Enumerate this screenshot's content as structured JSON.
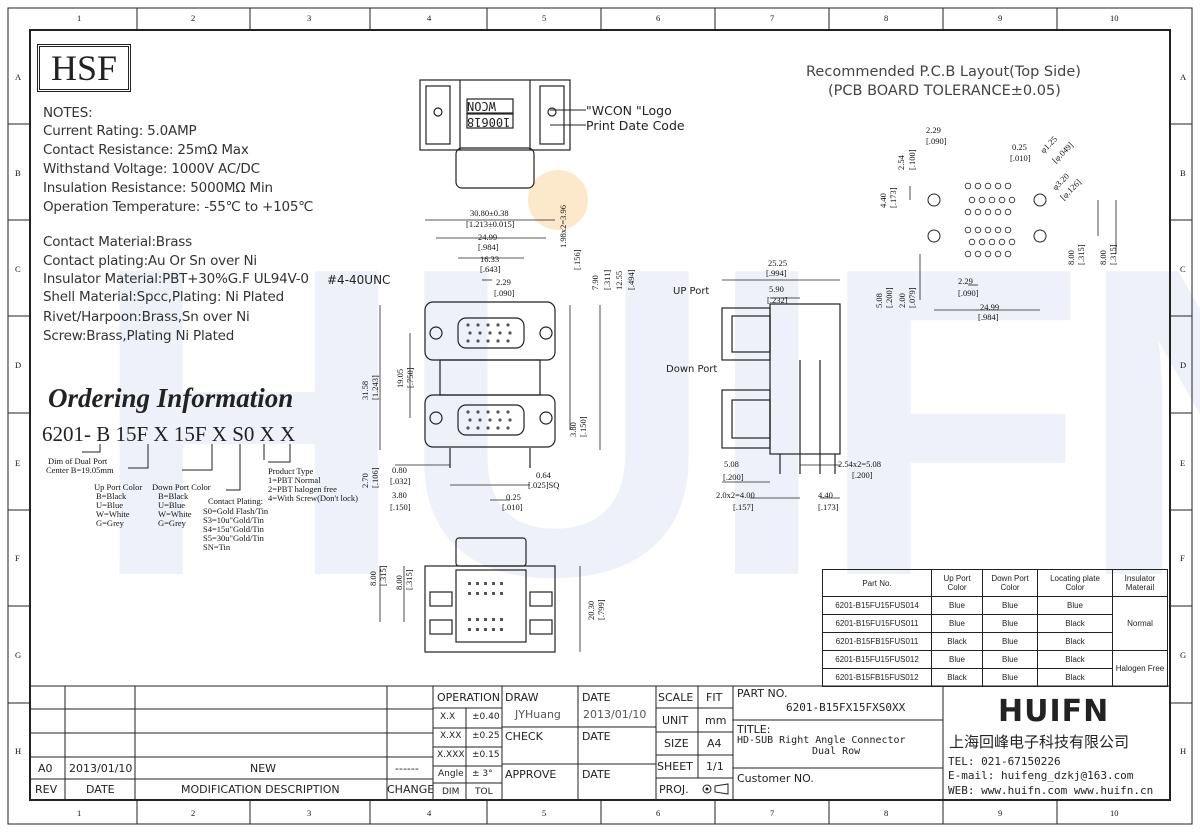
{
  "logo": "HSF",
  "col_markers": [
    "1",
    "2",
    "3",
    "4",
    "5",
    "6",
    "7",
    "8",
    "9",
    "10"
  ],
  "row_markers": [
    "A",
    "B",
    "C",
    "D",
    "E",
    "F",
    "G",
    "H"
  ],
  "notes": {
    "heading": "NOTES:",
    "lines": [
      "Current Rating: 5.0AMP",
      "Contact Resistance: 25mΩ Max",
      "Withstand Voltage: 1000V AC/DC",
      "Insulation Resistance: 5000MΩ Min",
      "Operation Temperature: -55℃ to +105℃"
    ],
    "materials": [
      "Contact Material:Brass",
      "Contact plating:Au Or Sn over Ni",
      "Insulator Material:PBT+30%G.F UL94V-0",
      "Shell Material:Spcc,Plating: Ni Plated",
      "Rivet/Harpoon:Brass,Sn over Ni",
      "Screw:Brass,Plating Ni Plated"
    ]
  },
  "ordering": {
    "title": "Ordering Information",
    "code": "6201- B 15F X 15F X S0 X X",
    "dim_note": [
      "Dim of Dual Port",
      "Center B=19.05mm"
    ],
    "up_port": [
      "Up Port Color",
      "B=Black",
      "U=Blue",
      "W=White",
      "G=Grey"
    ],
    "down_port": [
      "Down Port Color",
      "B=Black",
      "U=Blue",
      "W=White",
      "G=Grey"
    ],
    "plating": [
      "Contact Plating:",
      "S0=Gold Flash/Tin",
      "S3=10u\"Gold/Tin",
      "S4=15u\"Gold/Tin",
      "S5=30u\"Gold/Tin",
      "SN=Tin"
    ],
    "product_type": [
      "Product Type",
      "1=PBT Normal",
      "2=PBT halogen free",
      "4=With Screw(Don't lock)"
    ]
  },
  "top_view": {
    "logo_text": "WCON",
    "date_code": "100618",
    "logo_label": "\"WCON \"Logo",
    "date_label": "Print Date Code"
  },
  "front_view": {
    "hole_label": "#4-40UNC",
    "dims": [
      "30.80±0.38",
      "[1.213±0.015]",
      "24.99",
      "[.984]",
      "16.33",
      "[.643]",
      "2.29",
      "[.090]",
      "1.98x2=3.96",
      "[.156]",
      "7.90",
      "[.311]",
      "12.55",
      "[.494]",
      "31.58",
      "[1.243]",
      "19.05",
      "[.750]",
      "3.80",
      "[.150]",
      "2.70",
      "[.106]",
      "0.80",
      "[.032]",
      "3.80",
      "[.150]",
      "0.64",
      "[.025]SQ",
      "0.25",
      "[.010]"
    ]
  },
  "side_view": {
    "up_port_label": "UP Port",
    "down_port_label": "Down Port",
    "dims": [
      "25.25",
      "[.994]",
      "5.90",
      "[.232]",
      "5.08",
      "[.200]",
      "2.54x2=5.08",
      "[.200]",
      "2.0x2=4.00",
      "[.157]",
      "4.40",
      "[.173]"
    ]
  },
  "bottom_view": {
    "dims": [
      "8.00",
      "[.315]",
      "8.00",
      "[.315]",
      "20.30",
      "[.799]"
    ]
  },
  "pcb_layout": {
    "title": "Recommended P.C.B Layout(Top Side)",
    "subtitle": "(PCB BOARD TOLERANCE±0.05)",
    "dims": [
      "2.29",
      "[.090]",
      "0.25",
      "[.010]",
      "φ1.25",
      "[φ.049]",
      "2.54",
      "[.100]",
      "φ3.20",
      "[φ.126]",
      "4.40",
      "[.173]",
      "8.00",
      "[.315]",
      "8.00",
      "[.315]",
      "5.08",
      "[.200]",
      "2.00",
      "[.079]",
      "2.29",
      "[.090]",
      "24.99",
      "[.984]"
    ]
  },
  "parts_table": {
    "headers": [
      "Part No.",
      "Up Port Color",
      "Down Port Color",
      "Locating plate Color",
      "Insulator Materail"
    ],
    "rows": [
      [
        "6201-B15FU15FUS014",
        "Blue",
        "Blue",
        "Blue"
      ],
      [
        "6201-B15FU15FUS011",
        "Blue",
        "Blue",
        "Black"
      ],
      [
        "6201-B15FB15FUS011",
        "Black",
        "Blue",
        "Black"
      ],
      [
        "6201-B15FU15FUS012",
        "Blue",
        "Blue",
        "Black"
      ],
      [
        "6201-B15FB15FUS012",
        "Black",
        "Blue",
        "Black"
      ]
    ],
    "insulator": [
      "Normal",
      "Halogen Free"
    ]
  },
  "title_block": {
    "rev_row": {
      "rev": "A0",
      "date": "2013/01/10",
      "desc": "NEW",
      "change": "------"
    },
    "rev_headers": [
      "REV",
      "DATE",
      "MODIFICATION  DESCRIPTION",
      "CHANGE"
    ],
    "operation": "OPERATION",
    "tol_rows": [
      [
        "X.X",
        "±0.40"
      ],
      [
        "X.XX",
        "±0.25"
      ],
      [
        "X.XXX",
        "±0.15"
      ],
      [
        "Angle",
        "± 3°"
      ]
    ],
    "tol_headers": [
      "DIM",
      "TOL"
    ],
    "draw": "DRAW",
    "draw_name": "JYHuang",
    "check": "CHECK",
    "approve": "APPROVE",
    "date": "DATE",
    "date_value": "2013/01/10",
    "scale": "SCALE",
    "fit": "FIT",
    "unit": "UNIT",
    "unit_value": "mm",
    "size": "SIZE",
    "size_value": "A4",
    "sheet": "SHEET",
    "sheet_value": "1/1",
    "proj": "PROJ.",
    "part_no_label": "PART NO.",
    "part_no": "6201-B15FX15FXS0XX",
    "title_label": "TITLE:",
    "title_line1": "HD-SUB Right Angle Connector",
    "title_line2": "Dual Row",
    "customer": "Customer NO.",
    "company_logo": "HUIFN",
    "company_name": "上海回峰电子科技有限公司",
    "tel": "TEL: 021-67150226",
    "email": "E-mail: huifeng_dzkj@163.com",
    "web": "WEB:  www.huifn.com   www.huifn.cn"
  },
  "colors": {
    "line": "#222222",
    "watermark": "#5a78c8",
    "accent": "#f5c06b"
  }
}
